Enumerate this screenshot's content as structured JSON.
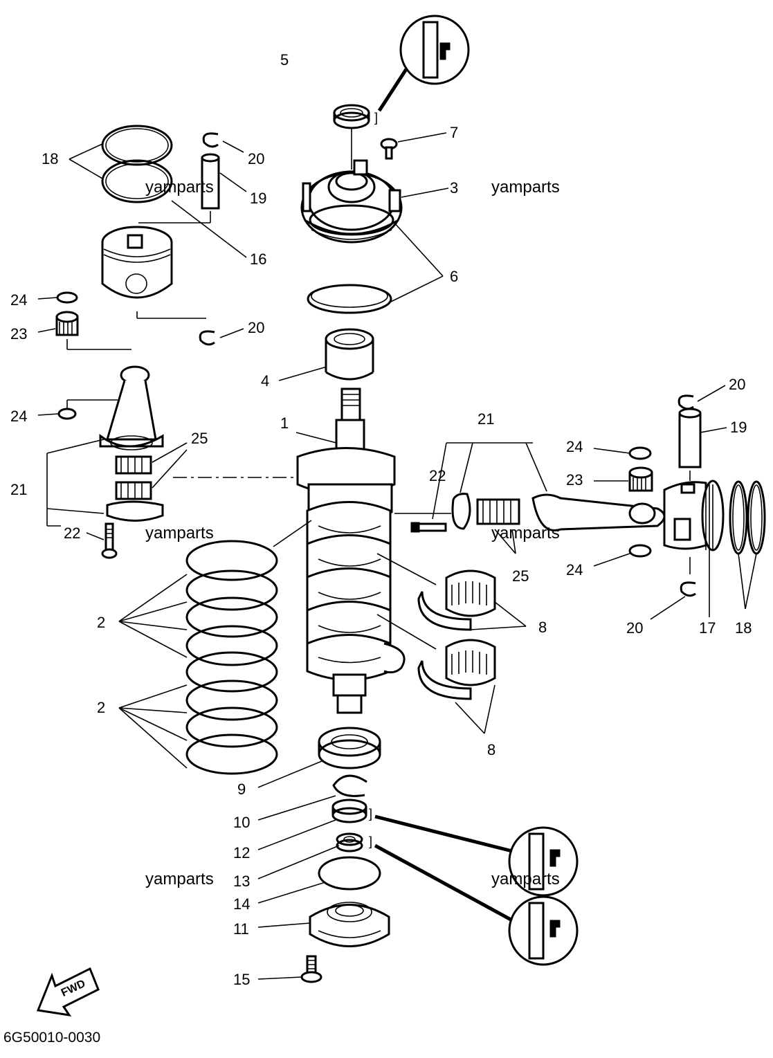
{
  "labels": {
    "p1": "1",
    "p2a": "2",
    "p2b": "2",
    "p3": "3",
    "p4": "4",
    "p5": "5",
    "p6": "6",
    "p7": "7",
    "p8a": "8",
    "p8b": "8",
    "p9": "9",
    "p10": "10",
    "p11": "11",
    "p12": "12",
    "p13": "13",
    "p14": "14",
    "p15": "15",
    "p16": "16",
    "p17": "17",
    "p18a": "18",
    "p18b": "18",
    "p19a": "19",
    "p19b": "19",
    "p20a": "20",
    "p20b": "20",
    "p20c": "20",
    "p20d": "20",
    "p21a": "21",
    "p21b": "21",
    "p22a": "22",
    "p22b": "22",
    "p23a": "23",
    "p23b": "23",
    "p24a": "24",
    "p24b": "24",
    "p24c": "24",
    "p24d": "24",
    "p25a": "25",
    "p25b": "25"
  },
  "watermarks": [
    "yamparts",
    "yamparts",
    "yamparts",
    "yamparts",
    "yamparts",
    "yamparts"
  ],
  "fwd_badge": "FWD",
  "diagram_code": "6G50010-0030"
}
